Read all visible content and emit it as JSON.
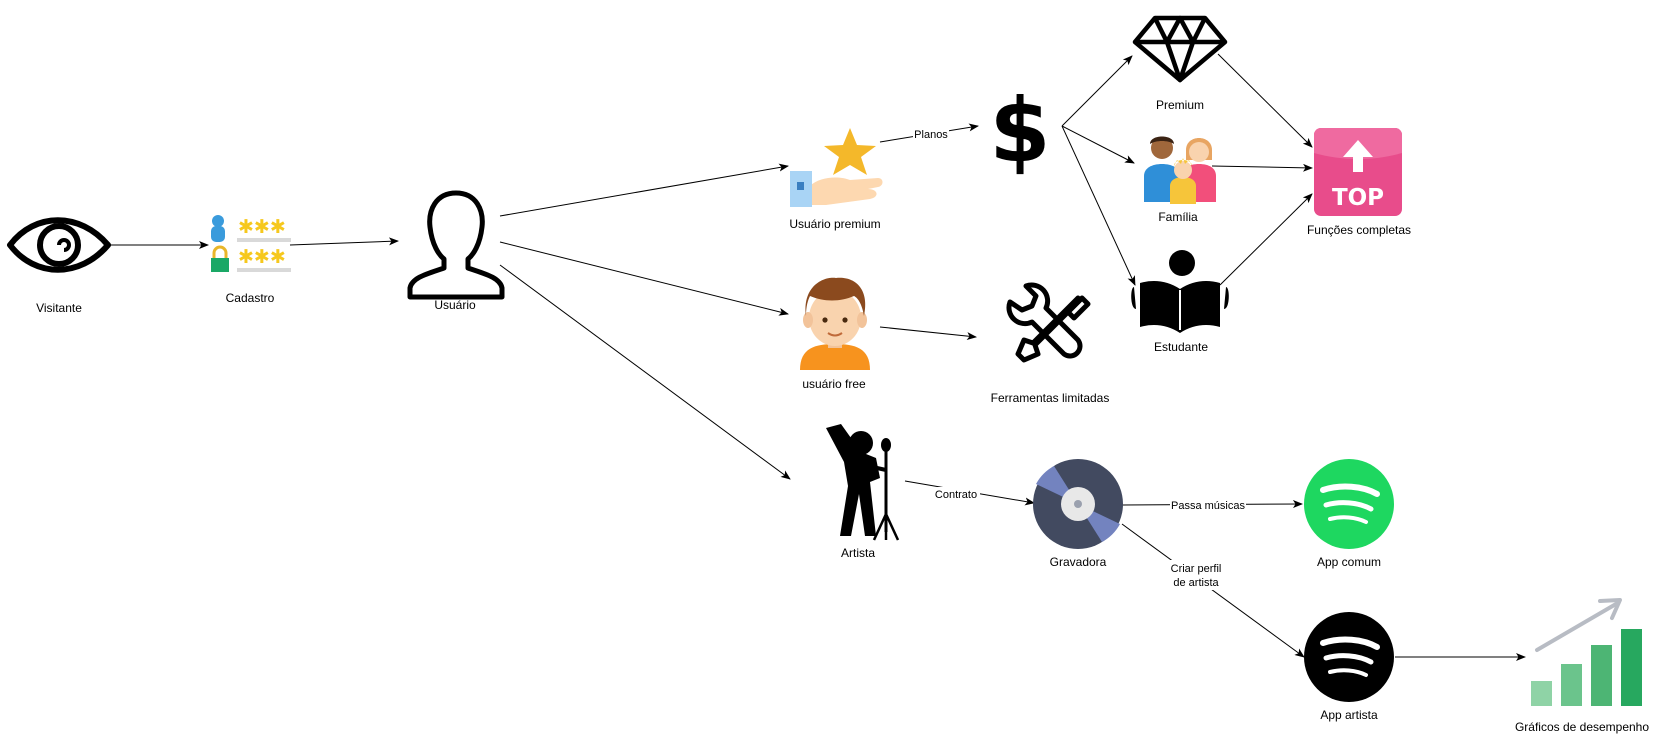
{
  "nodes": {
    "visitante": "Visitante",
    "cadastro": "Cadastro",
    "usuario": "Usuário",
    "usuario_premium": "Usuário premium",
    "usuario_free": "usuário free",
    "artista": "Artista",
    "planos_icon": "$",
    "premium": "Premium",
    "familia": "Família",
    "estudante": "Estudante",
    "funcoes_completas": "Funções completas",
    "top_badge": "TOP",
    "ferramentas_limitadas": "Ferramentas limitadas",
    "gravadora": "Gravadora",
    "app_comum": "App comum",
    "app_artista": "App artista",
    "graficos": "Gráficos de desempenho"
  },
  "edges": {
    "planos": "Planos",
    "contrato": "Contrato",
    "passa_musicas": "Passa músicas",
    "criar_perfil_line1": "Criar perfil",
    "criar_perfil_line2": "de artista"
  },
  "icons": {
    "visitante": "eye-icon",
    "cadastro": "password-login-icon",
    "usuario": "user-outline-icon",
    "usuario_premium": "hand-star-icon",
    "usuario_free": "boy-avatar-icon",
    "artista": "singer-microphone-icon",
    "planos": "dollar-icon",
    "premium": "diamond-icon",
    "familia": "family-icon",
    "estudante": "reading-student-icon",
    "funcoes_completas": "top-badge-icon",
    "ferramentas_limitadas": "tools-icon",
    "gravadora": "vinyl-record-icon",
    "app_comum": "spotify-green-icon",
    "app_artista": "spotify-black-icon",
    "graficos": "bar-chart-growth-icon"
  },
  "colors": {
    "spotify_green": "#1ed760",
    "top_pink": "#e84c8b",
    "vinyl_dark": "#424a60",
    "vinyl_blue": "#7383bf",
    "chart_green": "#27a85f",
    "star_yellow": "#f4b82a"
  }
}
